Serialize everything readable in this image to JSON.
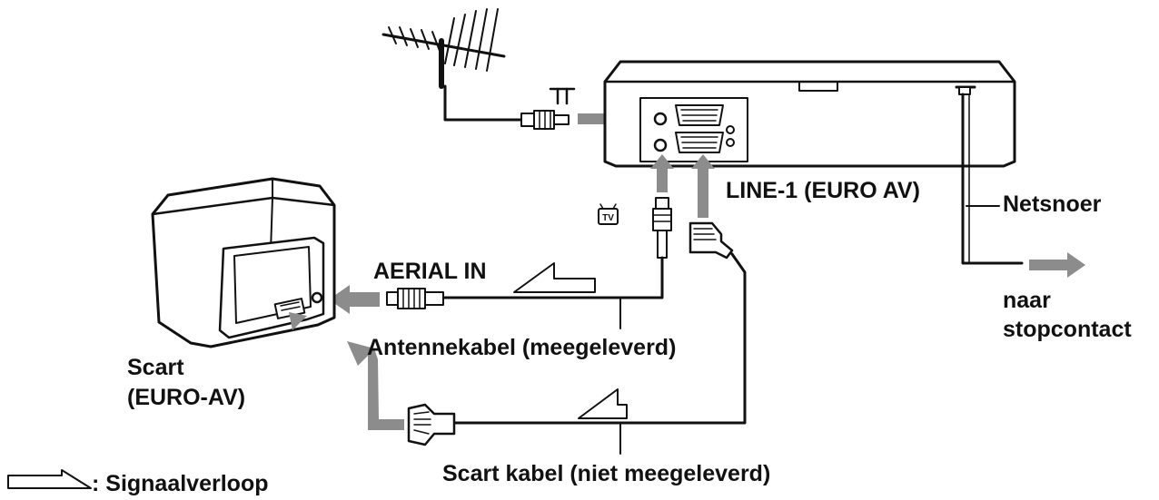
{
  "labels": {
    "line1": "LINE-1 (EURO AV)",
    "netsnoer": "Netsnoer",
    "naar": "naar",
    "stopcontact": "stopcontact",
    "aerial_in": "AERIAL IN",
    "antennekabel": "Antennekabel (meegeleverd)",
    "scart": "Scart",
    "euro_av": "(EURO-AV)",
    "scart_kabel": "Scart kabel (niet meegeleverd)",
    "signaalverloop": ": Signaalverloop",
    "tv_symbol": "TV"
  },
  "colors": {
    "line": "#111111",
    "signal_arrow": "#8c8c8c",
    "background": "#ffffff"
  },
  "icons": [
    "antenna-icon",
    "antenna-socket-symbol-icon",
    "tv-symbol-icon",
    "signal-flow-arrow-icon"
  ]
}
